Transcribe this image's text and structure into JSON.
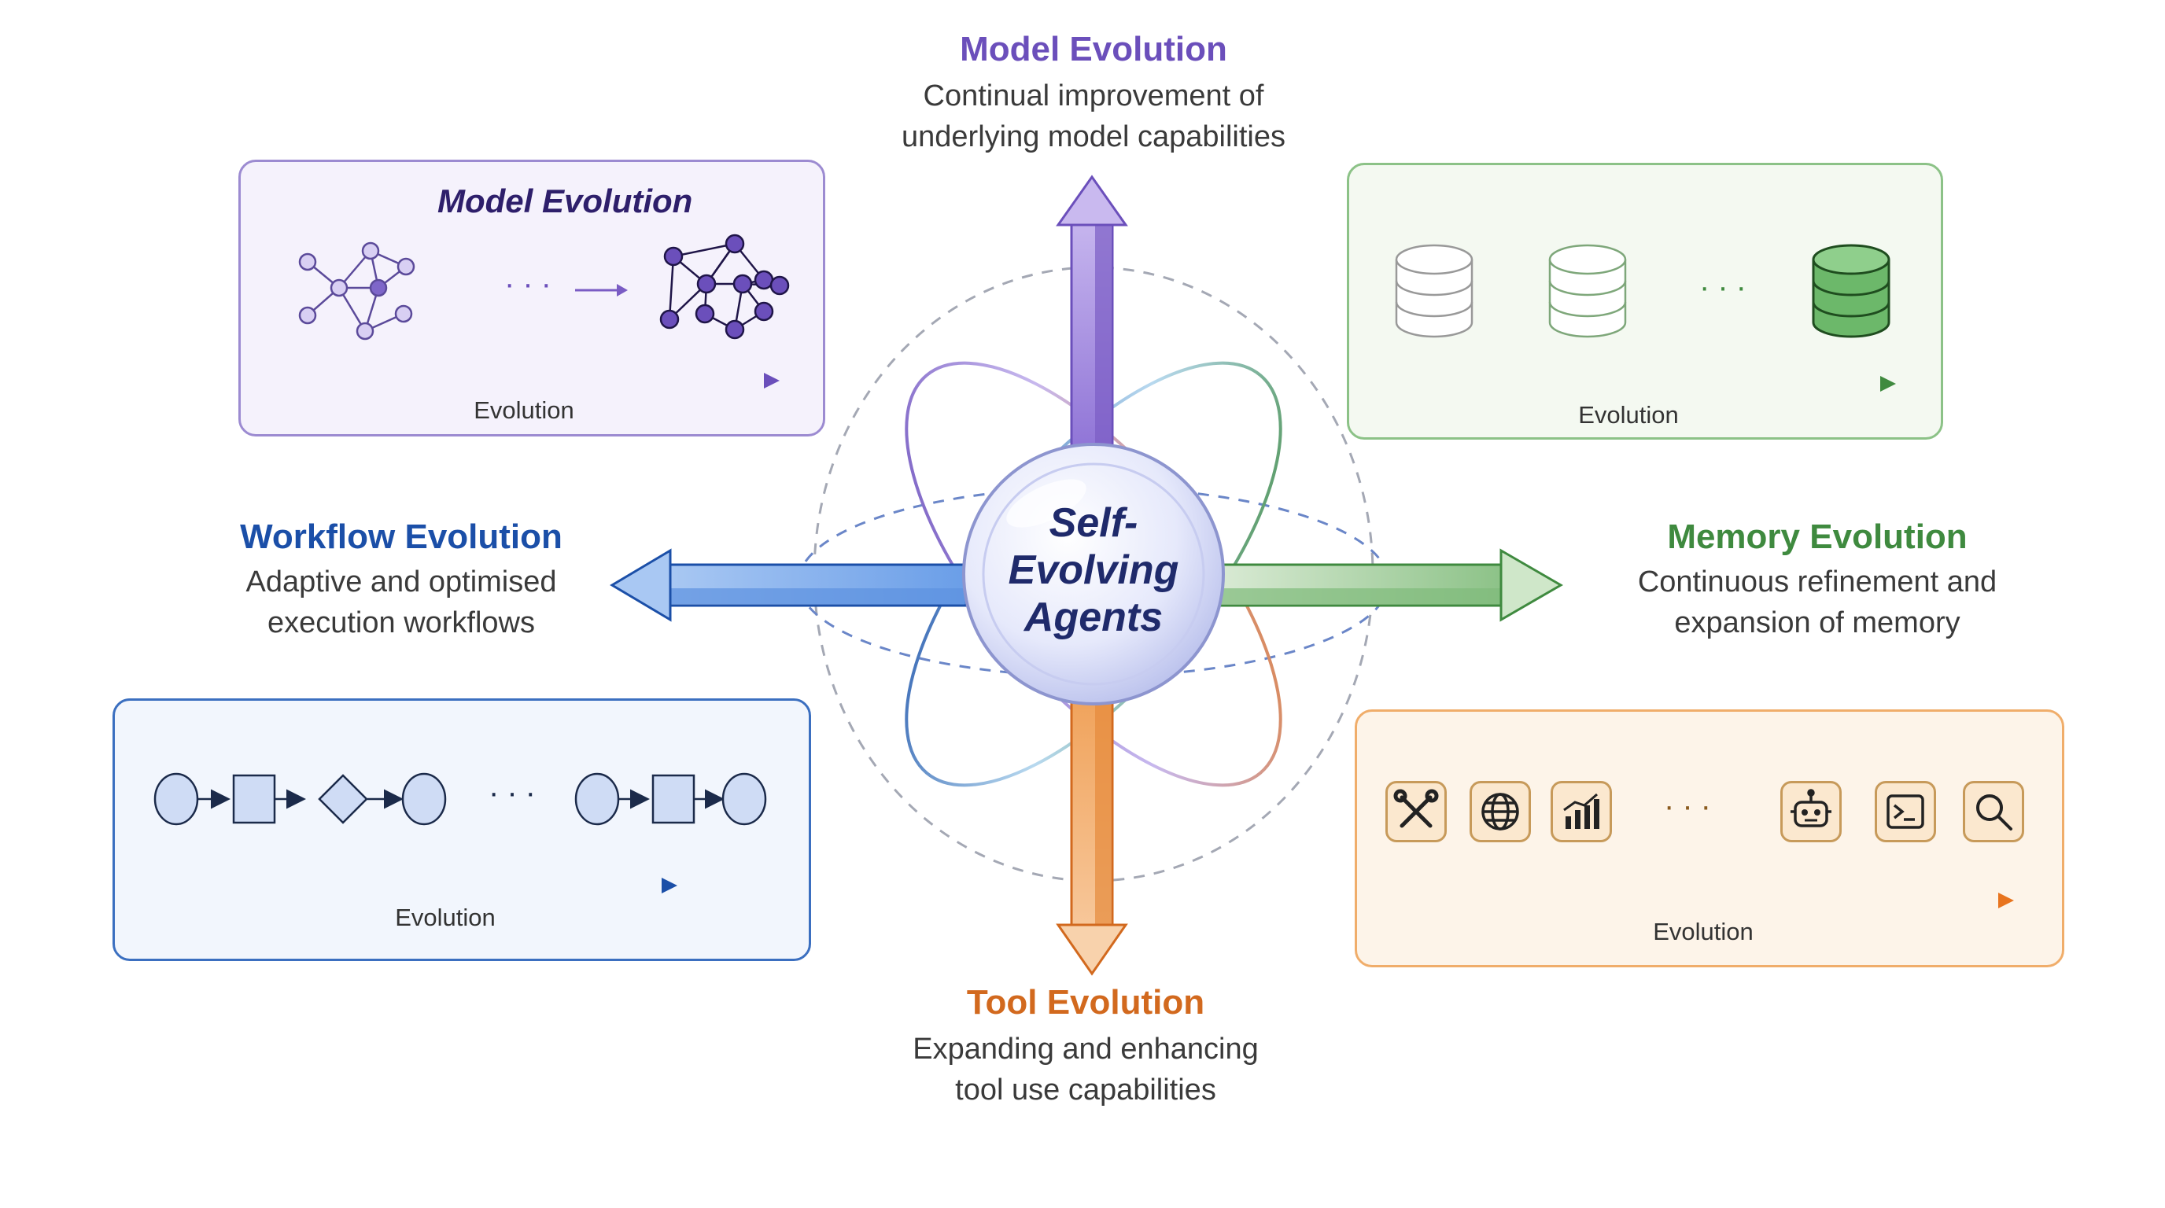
{
  "center": {
    "line1": "Self-",
    "line2": "Evolving",
    "line3": "Agents"
  },
  "model": {
    "title": "Model Evolution",
    "desc_line1": "Continual improvement of",
    "desc_line2": "underlying model capabilities",
    "panel_title": "Model Evolution",
    "evolution_label": "Evolution",
    "dots": "···",
    "color": "#6b4fbb"
  },
  "memory": {
    "title": "Memory Evolution",
    "desc_line1": "Continuous refinement and",
    "desc_line2": "expansion of memory",
    "evolution_label": "Evolution",
    "dots": "···",
    "color": "#3f8a3f"
  },
  "workflow": {
    "title": "Workflow Evolution",
    "desc_line1": "Adaptive and optimised",
    "desc_line2": "execution workflows",
    "evolution_label": "Evolution",
    "dots": "···",
    "color": "#1b4fa8"
  },
  "tool": {
    "title": "Tool Evolution",
    "desc_line1": "Expanding and enhancing",
    "desc_line2": "tool use capabilities",
    "evolution_label": "Evolution",
    "dots": "···",
    "color": "#d2691e",
    "icons": [
      "wrench-screwdriver-icon",
      "globe-icon",
      "bar-chart-icon",
      "robot-icon",
      "terminal-icon",
      "search-icon"
    ]
  }
}
